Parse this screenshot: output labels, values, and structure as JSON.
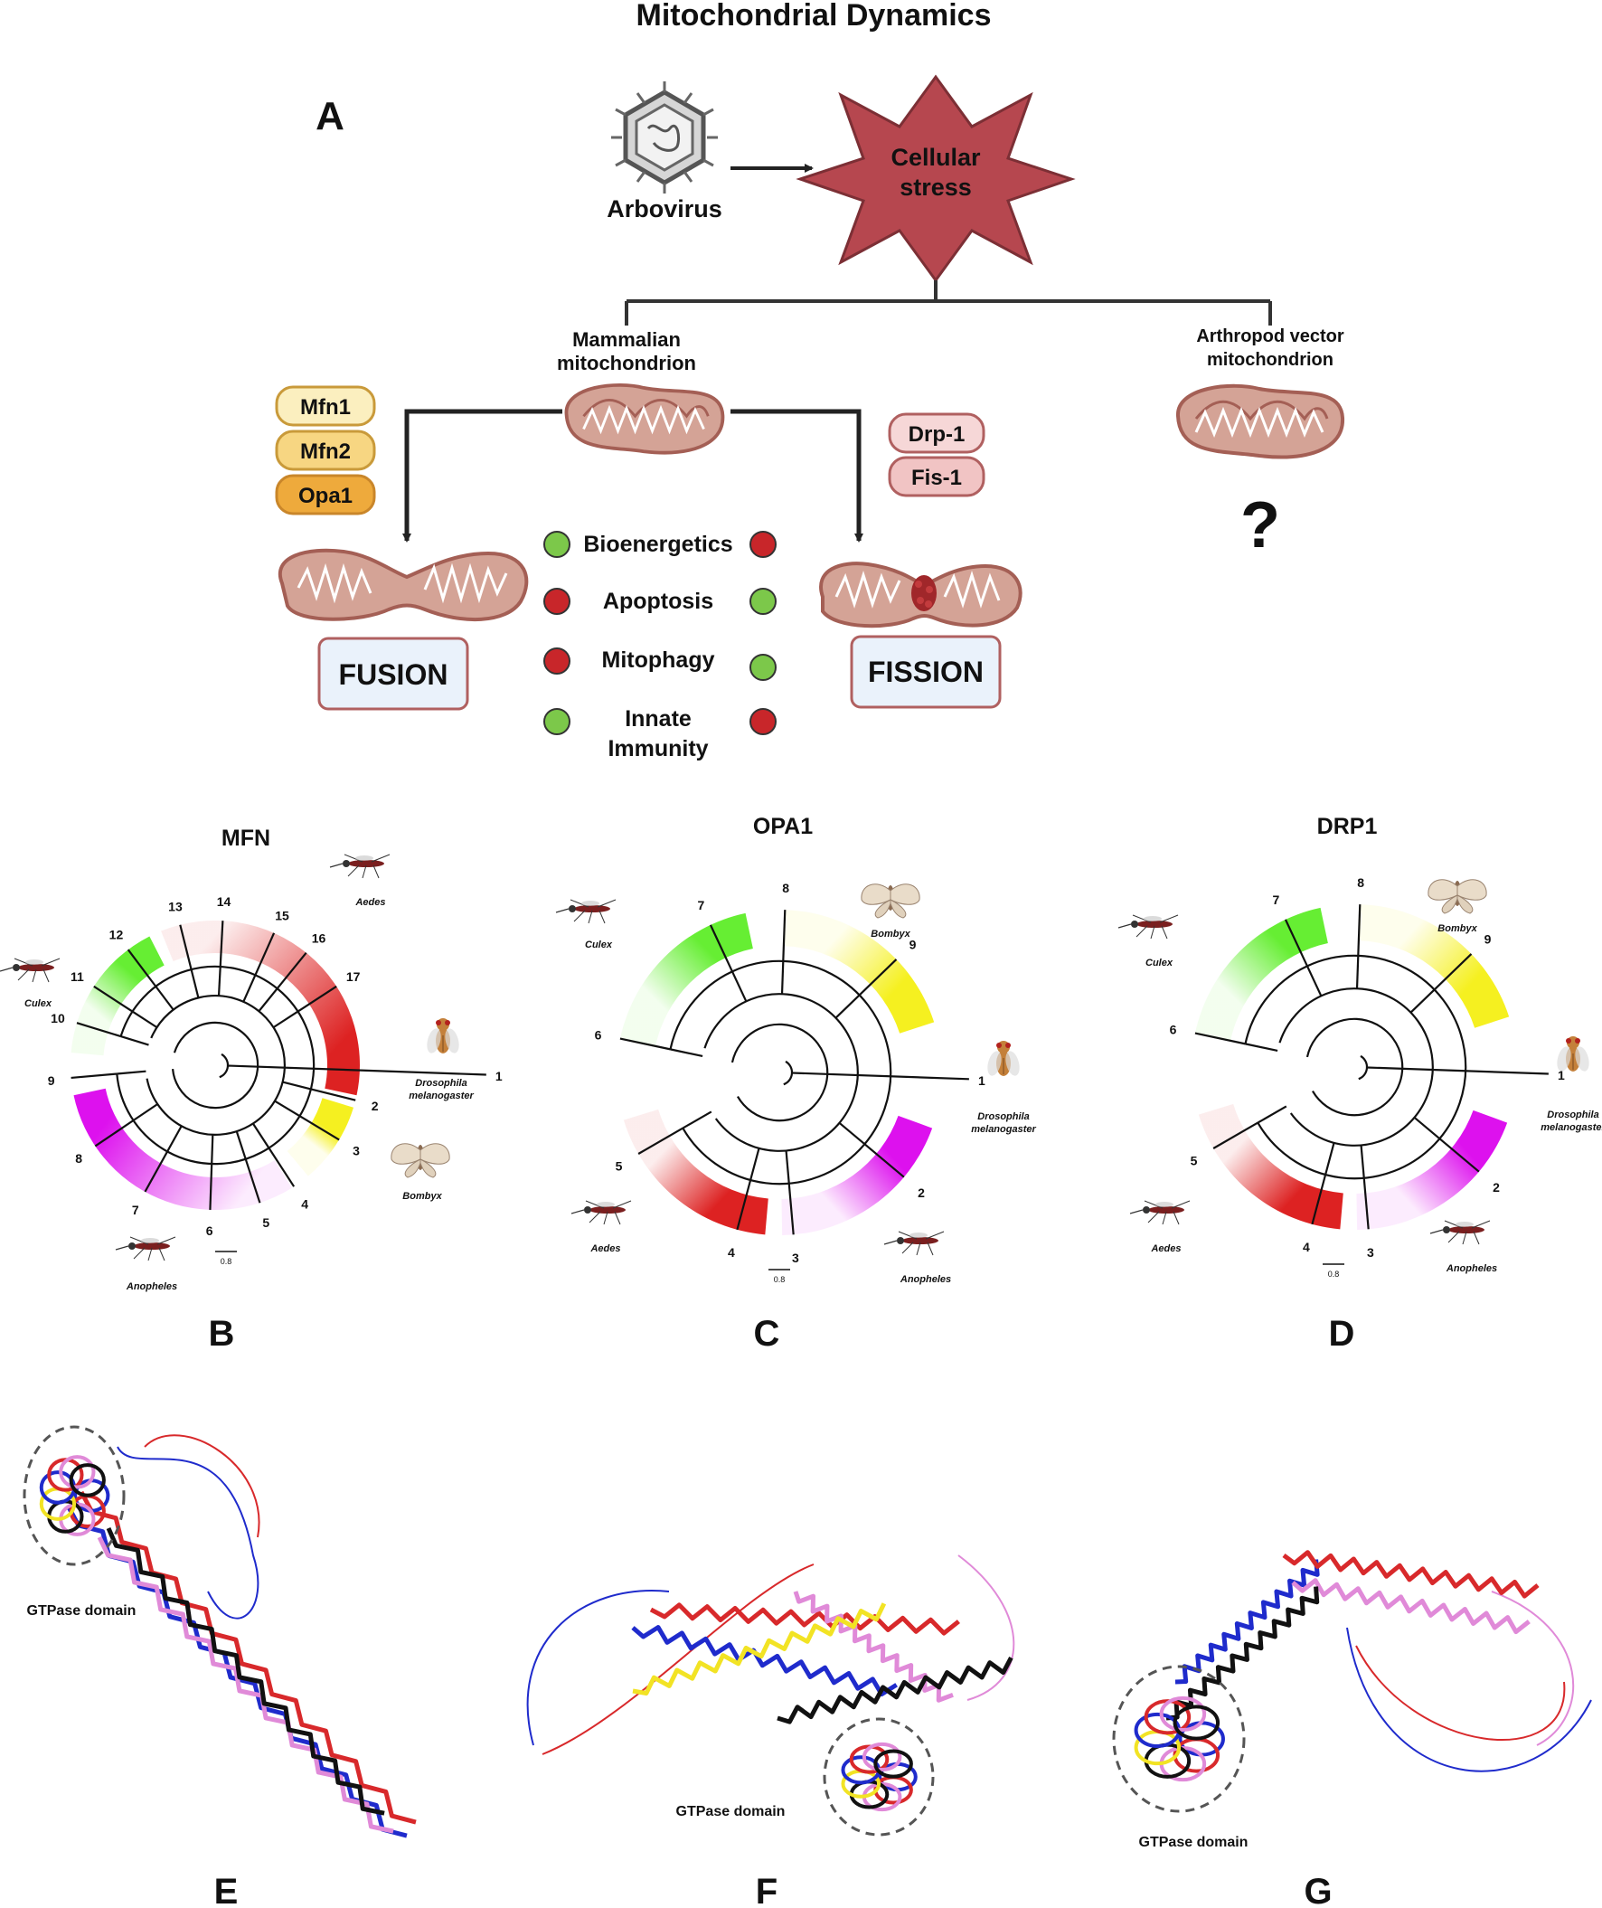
{
  "title": "Mitochondrial Dynamics",
  "panel_a": {
    "letter": "A",
    "arbovirus": "Arbovirus",
    "stress_line1": "Cellular",
    "stress_line2": "stress",
    "mammalian_line1": "Mammalian",
    "mammalian_line2": "mitochondrion",
    "arthropod_line1": "Arthropod vector",
    "arthropod_line2": "mitochondrion",
    "question": "?",
    "fusion_proteins": [
      "Mfn1",
      "Mfn2",
      "Opa1"
    ],
    "fission_proteins": [
      "Drp-1",
      "Fis-1"
    ],
    "fusion_label": "FUSION",
    "fission_label": "FISSION",
    "effects": [
      {
        "line1": "Bioenergetics",
        "line2": "",
        "fusion": "green",
        "fission": "red"
      },
      {
        "line1": "Apoptosis",
        "line2": "",
        "fusion": "red",
        "fission": "green"
      },
      {
        "line1": "Mitophagy",
        "line2": "",
        "fusion": "red",
        "fission": "green"
      },
      {
        "line1": "Innate",
        "line2": "Immunity",
        "fusion": "green",
        "fission": "red"
      }
    ],
    "colors": {
      "stress": "#b6474f",
      "green": "#7cc84a",
      "red": "#c8262a",
      "mito_fill": "#d4a396",
      "mito_edge": "#a45f55",
      "box_fill": "#eaf2fb",
      "box_edge": "#b06060"
    }
  },
  "trees": [
    {
      "letter": "B",
      "title": "MFN",
      "scale": "0.8",
      "species": {
        "aedes": "Aedes",
        "culex": "Culex",
        "drosophila_1": "Drosophila",
        "drosophila_2": "melanogaster",
        "bombyx": "Bombyx",
        "anopheles": "Anopheles"
      },
      "tips": [
        "1",
        "2",
        "3",
        "4",
        "5",
        "6",
        "7",
        "8",
        "9",
        "10",
        "11",
        "12",
        "13",
        "14",
        "15",
        "16",
        "17"
      ]
    },
    {
      "letter": "C",
      "title": "OPA1",
      "scale": "0.8",
      "species": {
        "culex": "Culex",
        "bombyx": "Bombyx",
        "drosophila_1": "Drosophila",
        "drosophila_2": "melanogaster",
        "aedes": "Aedes",
        "anopheles": "Anopheles"
      },
      "tips": [
        "1",
        "2",
        "3",
        "4",
        "5",
        "6",
        "7",
        "8",
        "9"
      ]
    },
    {
      "letter": "D",
      "title": "DRP1",
      "scale": "0.8",
      "species": {
        "culex": "Culex",
        "bombyx": "Bombyx",
        "drosophila_1": "Drosophila",
        "drosophila_2": "melanogaster",
        "aedes": "Aedes",
        "anopheles": "Anopheles"
      },
      "tips": [
        "1",
        "2",
        "3",
        "4",
        "5",
        "6",
        "7",
        "8",
        "9"
      ]
    }
  ],
  "structures": [
    {
      "letter": "E",
      "domain_label": "GTPase domain"
    },
    {
      "letter": "F",
      "domain_label": "GTPase domain"
    },
    {
      "letter": "G",
      "domain_label": "GTPase domain"
    }
  ],
  "clade_colors": {
    "green": "#66ee33",
    "red": "#dd2222",
    "yellow": "#f5f020",
    "magenta": "#dd11ee"
  }
}
